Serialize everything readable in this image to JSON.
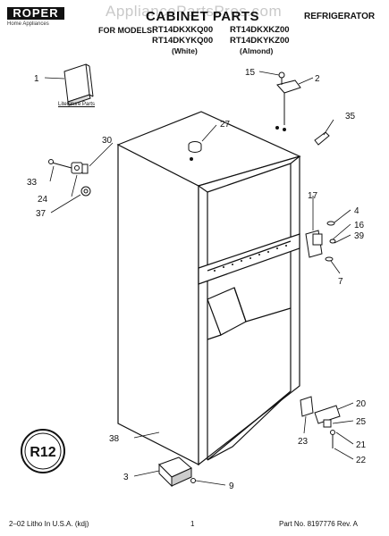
{
  "header": {
    "brand": "ROPER",
    "brand_sub": "Home Appliances",
    "watermark": "AppliancePartsPros.com",
    "title": "CABINET PARTS",
    "category": "REFRIGERATOR",
    "models_label": "FOR MODELS:",
    "models": [
      "RT14DKXKQ00",
      "RT14DKXKZ00",
      "RT14DKYKQ00",
      "RT14DKYKZ00"
    ],
    "color_white": "(White)",
    "color_almond": "(Almond)"
  },
  "diagram": {
    "literature_label": "Literature Parts",
    "badge": "R12",
    "callouts": [
      "1",
      "2",
      "3",
      "4",
      "7",
      "9",
      "15",
      "16",
      "17",
      "20",
      "21",
      "22",
      "23",
      "24",
      "25",
      "27",
      "30",
      "33",
      "35",
      "37",
      "38",
      "39"
    ]
  },
  "footer": {
    "left": "2–02 Litho In U.S.A. (kdj)",
    "page": "1",
    "part_no": "Part No. 8197776 Rev. A"
  }
}
